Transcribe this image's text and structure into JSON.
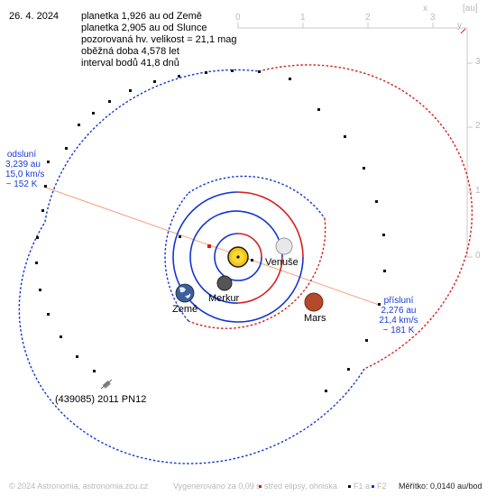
{
  "date": "26. 4. 2024",
  "info_lines": [
    "planetka 1,926 au od Země",
    "planetka 2,905 au od Slunce",
    "pozorovaná hv. velikost = 21,1 mag",
    "oběžná doba 4,578 let",
    "interval bodů 41,8 dnů"
  ],
  "axis": {
    "unit_label": "[au]",
    "x_tick_labels": [
      "0",
      "1",
      "2",
      "3"
    ],
    "x_letter": "x",
    "y_letter": "y",
    "y_tick_labels": [
      "3",
      "2",
      "1",
      "0"
    ]
  },
  "aphelion": [
    "odsluní",
    "3,239 au",
    "15,0 km/s",
    "~ 152 K"
  ],
  "perihelion": [
    "přísluní",
    "2,276 au",
    "21,4 km/s",
    "~ 181 K"
  ],
  "bodies": {
    "venus": "Venuše",
    "mercury": "Merkur",
    "earth": "Země",
    "mars": "Mars",
    "asteroid": "(439085) 2011 PN12"
  },
  "footer": {
    "copyright": "© 2024 Astronomia, astronomia.zcu.cz",
    "generated": "Vygenerováno za 0,09 s",
    "legend_center": "střed elipsy, ohniska",
    "legend_f1": "F1 a",
    "legend_f2": "F2",
    "scale": "Měřítko: 0,0140 au/bod"
  },
  "colors": {
    "orbit_blue": "#1434d4",
    "orbit_red": "#d81c1c",
    "apsis_line": "#f4a07a",
    "sun": "#f2c417",
    "mars": "#b44a2a"
  }
}
